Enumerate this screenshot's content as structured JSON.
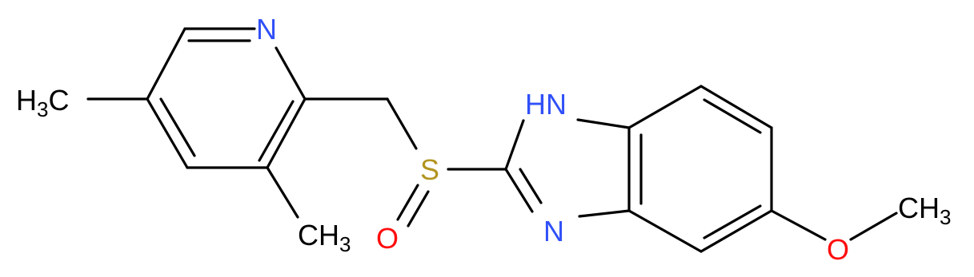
{
  "colors": {
    "bond": "#000000",
    "nitrogen": "#3050f8",
    "oxygen": "#ff0d0d",
    "sulfur": "#b29520",
    "carbon": "#000000"
  },
  "atoms": {
    "n_pyridine": {
      "text": "N"
    },
    "ch3_left": {
      "main": "H",
      "sub": "3",
      "tail": "C"
    },
    "ch3_bottom": {
      "main": "CH",
      "sub": "3"
    },
    "sulfur": {
      "text": "S"
    },
    "oxygen_sulfinyl": {
      "text": "O"
    },
    "nh": {
      "text": "HN"
    },
    "n_imidazole": {
      "text": "N"
    },
    "oxygen_methoxy": {
      "text": "O"
    },
    "ch3_methoxy": {
      "main": "CH",
      "sub": "3"
    }
  }
}
